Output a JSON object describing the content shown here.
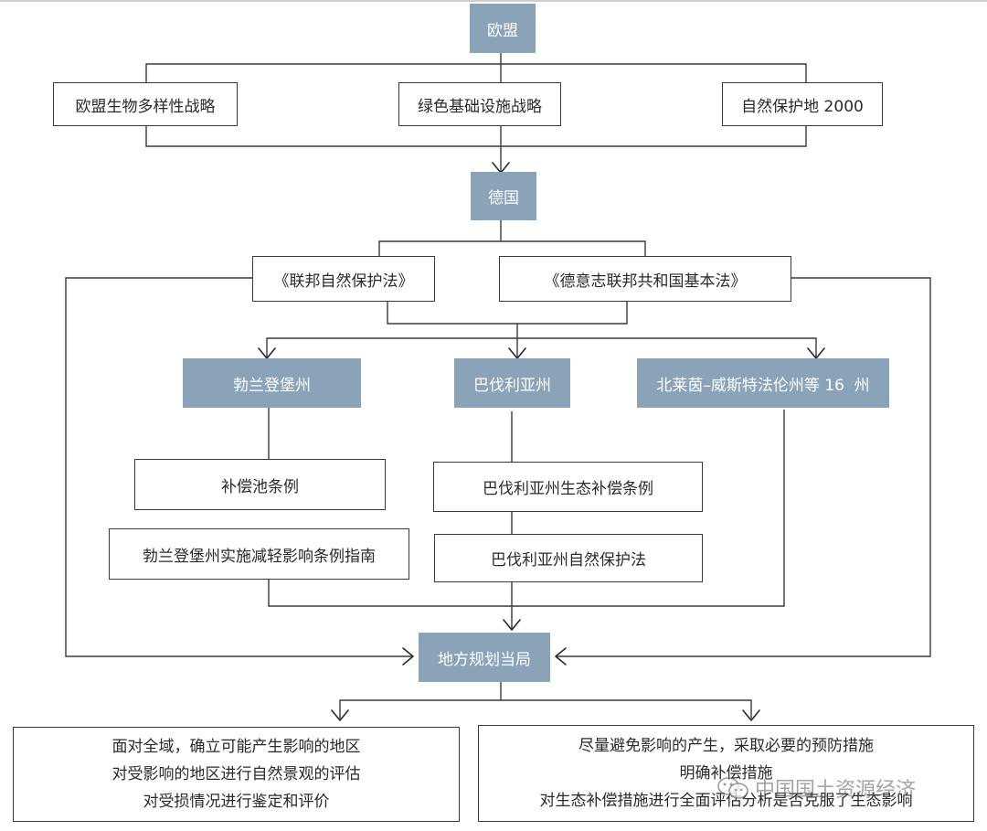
{
  "eu": {
    "title": "欧盟",
    "strategies": [
      "欧盟生物多样性战略",
      "绿色基础设施战略",
      "自然保护地 2000"
    ]
  },
  "germany": {
    "title": "德国",
    "laws": [
      "《联邦自然保护法》",
      "《德意志联邦共和国基本法》"
    ]
  },
  "states": {
    "brandenburg": {
      "title": "勃兰登堡州",
      "regulations": [
        "补偿池条例",
        "勃兰登堡州实施减轻影响条例指南"
      ]
    },
    "bavaria": {
      "title": "巴伐利亚州",
      "regulations": [
        "巴伐利亚州生态补偿条例",
        "巴伐利亚州自然保护法"
      ]
    },
    "nrw": {
      "title": "北莱茵–威斯特法伦州等 16  州"
    }
  },
  "local": {
    "title": "地方规划当局"
  },
  "outcomes": {
    "left": [
      "面对全域，确立可能产生影响的地区",
      "对受影响的地区进行自然景观的评估",
      "对受损情况进行鉴定和评价"
    ],
    "right": [
      "尽量避免影响的产生，采取必要的预防措施",
      "明确补偿措施",
      "对生态补偿措施进行全面评估分析是否克服了生态影响"
    ]
  },
  "watermark": {
    "text": "中国国土资源经济",
    "icon": "wechat-icon"
  },
  "colors": {
    "node_fill": "#8ba3b9",
    "line": "#3a3a3a"
  }
}
